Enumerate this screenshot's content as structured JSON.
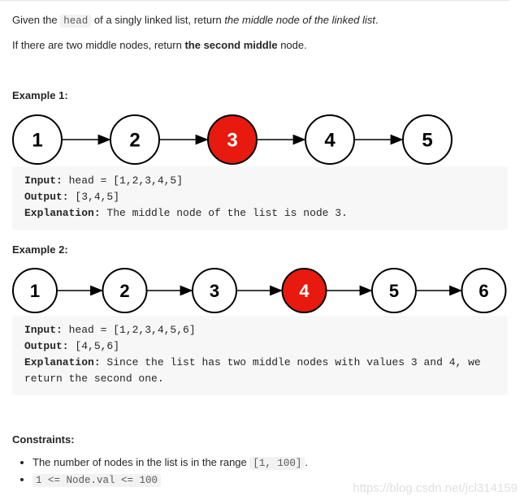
{
  "intro": {
    "p1_pre": "Given the ",
    "p1_code": "head",
    "p1_mid": " of a singly linked list, return ",
    "p1_em": "the middle node of the linked list",
    "p1_post": ".",
    "p2_pre": "If there are two middle nodes, return ",
    "p2_bold": "the second middle",
    "p2_post": " node."
  },
  "example1": {
    "heading": "Example 1:",
    "nodes": [
      "1",
      "2",
      "3",
      "4",
      "5"
    ],
    "highlight_index": 2,
    "input_label": "Input:",
    "input_value": " head = [1,2,3,4,5]",
    "output_label": "Output:",
    "output_value": " [3,4,5]",
    "explanation_label": "Explanation:",
    "explanation_value": " The middle node of the list is node 3."
  },
  "example2": {
    "heading": "Example 2:",
    "nodes": [
      "1",
      "2",
      "3",
      "4",
      "5",
      "6"
    ],
    "highlight_index": 3,
    "input_label": "Input:",
    "input_value": " head = [1,2,3,4,5,6]",
    "output_label": "Output:",
    "output_value": " [4,5,6]",
    "explanation_label": "Explanation:",
    "explanation_value": " Since the list has two middle nodes with values 3 and 4, we",
    "explanation_value2": "return the second one."
  },
  "constraints": {
    "heading": "Constraints:",
    "item1_pre": "The number of nodes in the list is in the range ",
    "item1_code": "[1, 100]",
    "item1_post": ".",
    "item2_code": "1 <= Node.val <= 100"
  },
  "watermark": "https://blog.csdn.net/jcl314159",
  "colors": {
    "highlight": "#e8190e",
    "node_stroke": "#000000"
  }
}
